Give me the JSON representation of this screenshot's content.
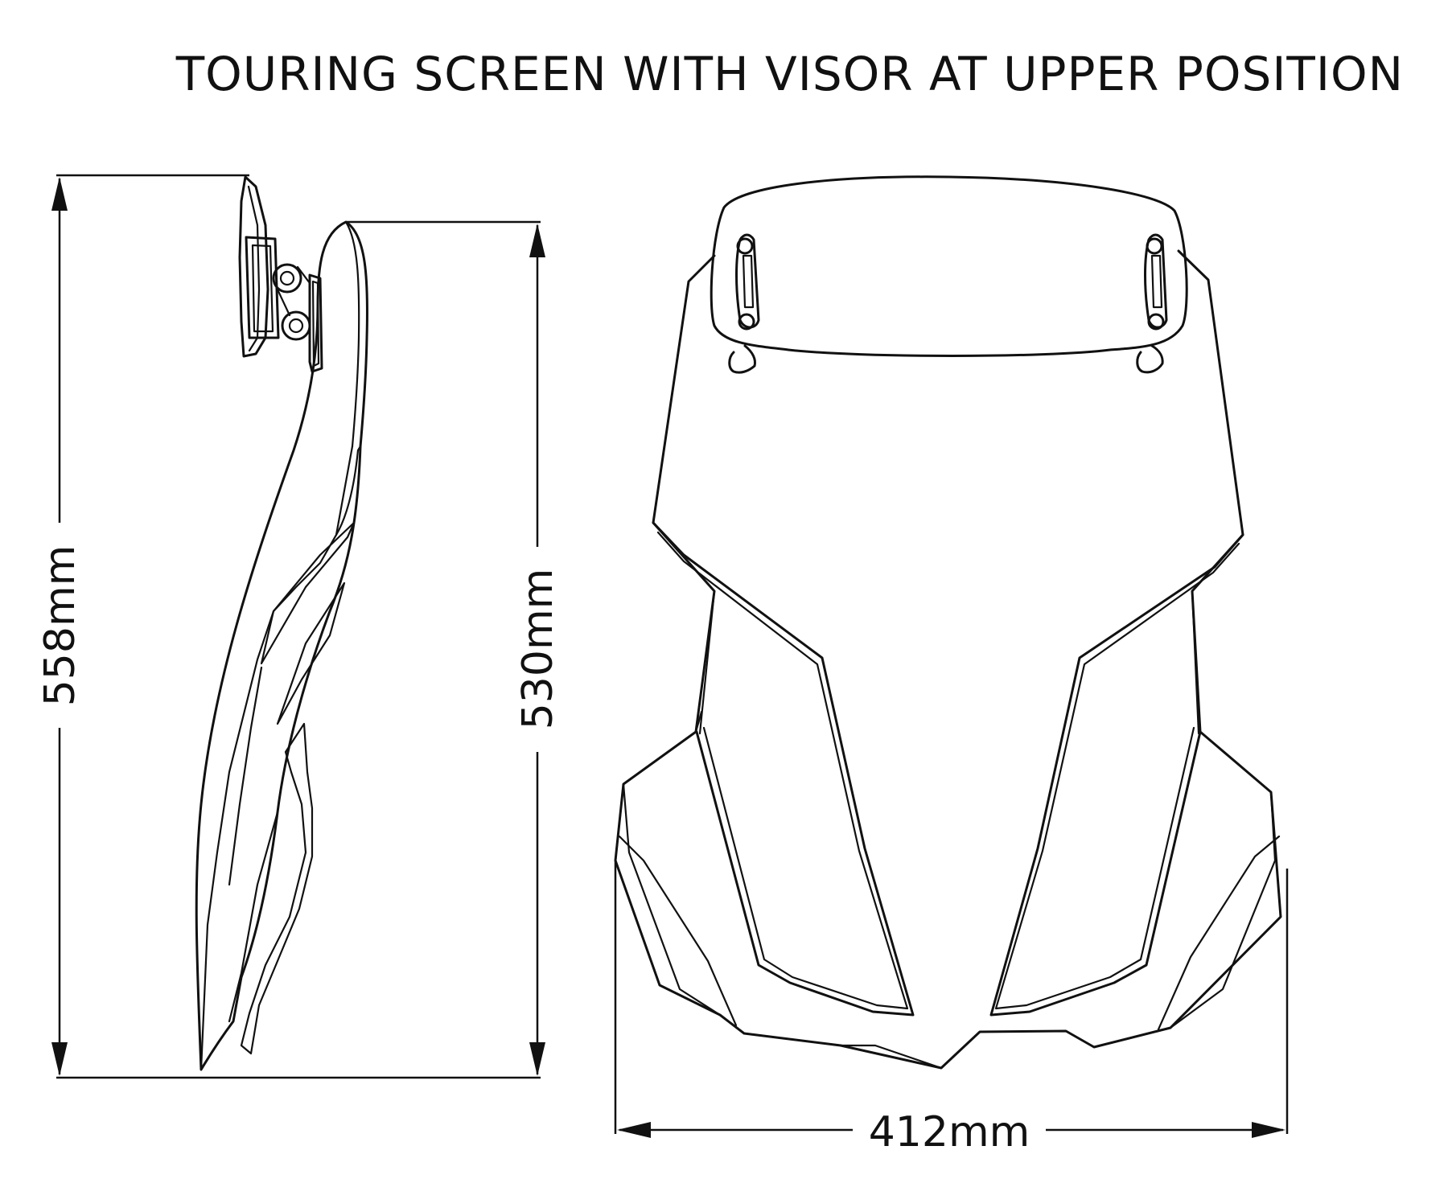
{
  "title": "TOURING SCREEN WITH VISOR AT UPPER POSITION",
  "dimensions": {
    "total_height": "558mm",
    "screen_height": "530mm",
    "width": "412mm"
  },
  "colors": {
    "line": "#111111",
    "background": "#ffffff"
  }
}
